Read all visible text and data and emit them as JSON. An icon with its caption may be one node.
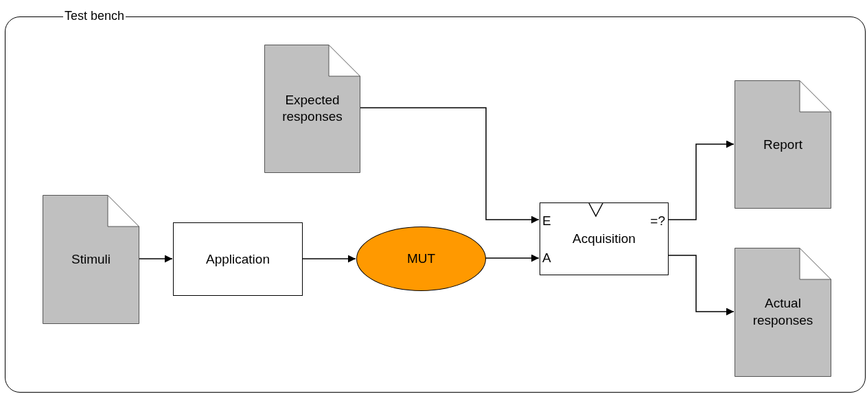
{
  "diagram": {
    "nodes": [
      {
        "text": [
          "Test bench"
        ]
      },
      {
        "text": [
          "Expected responses"
        ],
        "in": 0
      },
      {
        "text": [
          "Stimuli"
        ],
        "in": 0
      },
      {
        "text": [
          "Application"
        ],
        "in": 0
      },
      {
        "text": [
          "MUT"
        ],
        "in": 0
      },
      {
        "text": [
          "Acquisition",
          "E",
          "A",
          "=?"
        ],
        "in": 0
      },
      {
        "text": [
          "Report"
        ],
        "in": 0
      },
      {
        "text": [
          "Actual responses"
        ],
        "in": 0
      }
    ],
    "edges": [
      {
        "from": 2,
        "to": 3,
        "arrow": "to"
      },
      {
        "from": 3,
        "to": 4,
        "arrow": "to"
      },
      {
        "from": 4,
        "to": 5,
        "arrow": "to"
      },
      {
        "from": 1,
        "to": 5,
        "arrow": "to"
      },
      {
        "from": 5,
        "to": 6,
        "arrow": "to"
      },
      {
        "from": 5,
        "to": 7,
        "arrow": "to"
      }
    ]
  }
}
